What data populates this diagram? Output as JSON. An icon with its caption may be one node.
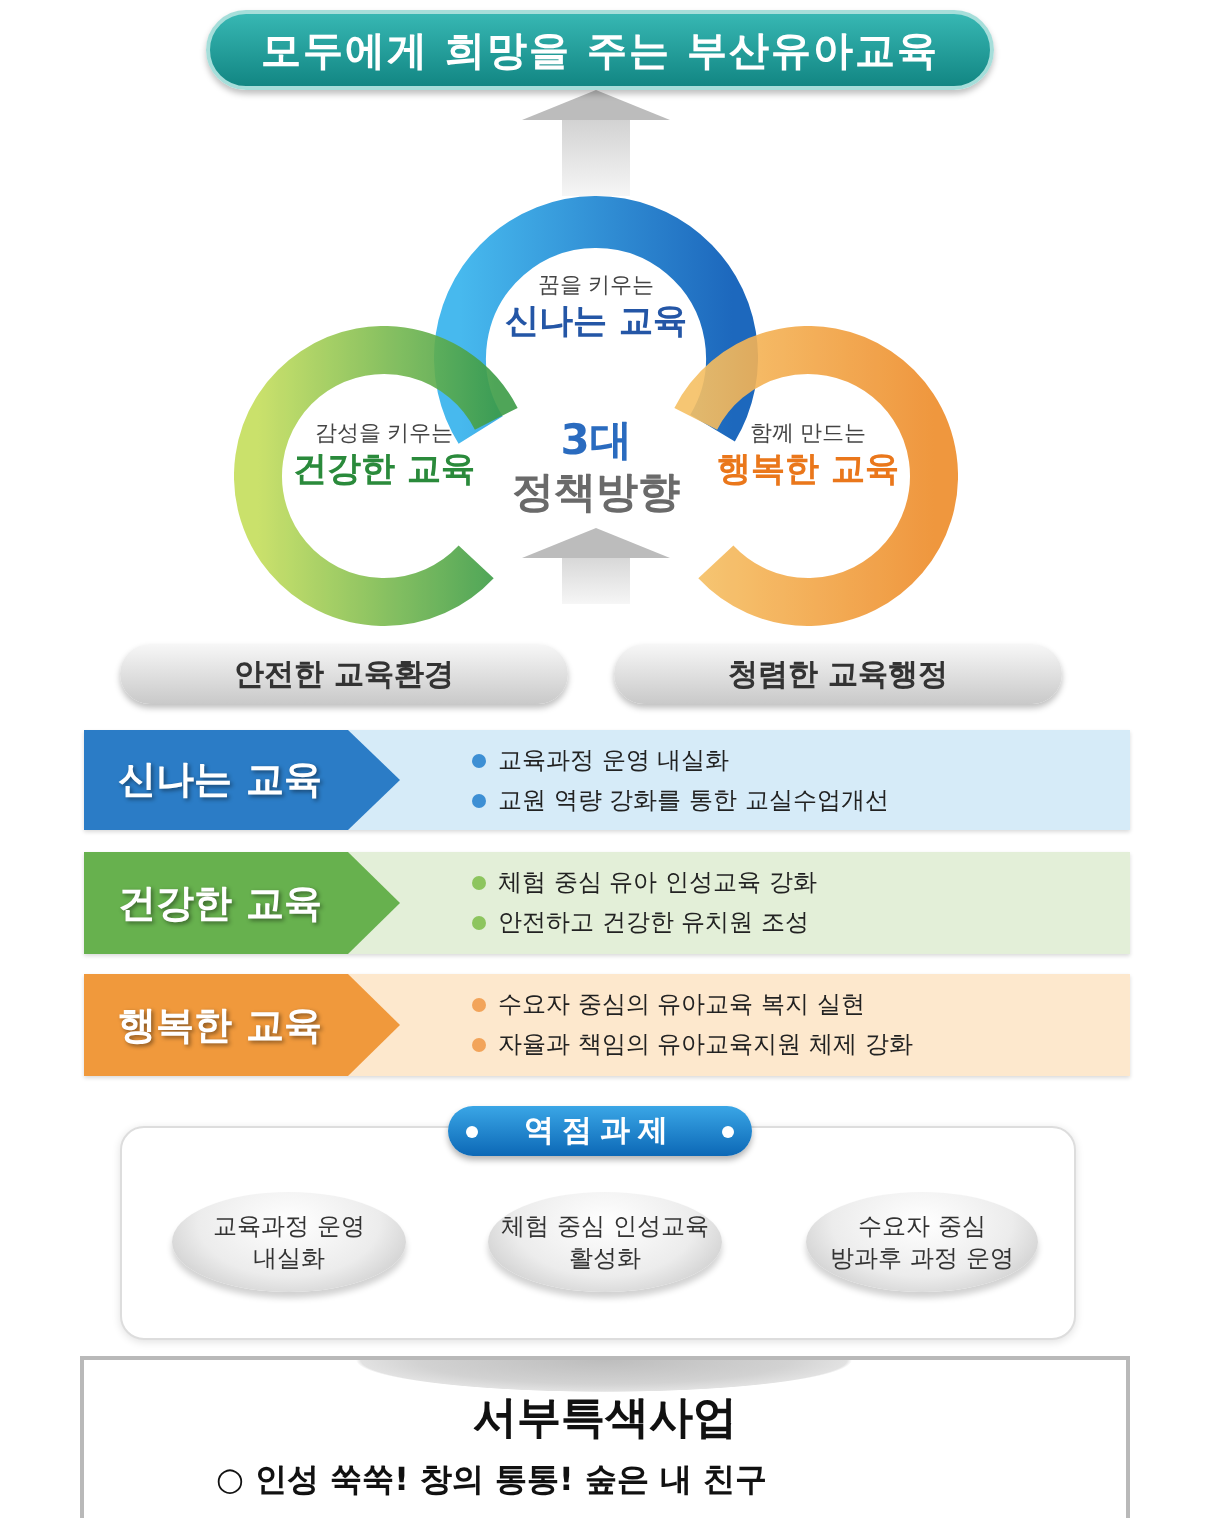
{
  "diagram": {
    "nodes": [
      {
        "text": [
          "모두에게 희망을 주는 부산유아교육"
        ]
      },
      {
        "text": [
          "꿈을 키우는",
          "신나는 교육"
        ]
      },
      {
        "text": [
          "감성을 키우는",
          "건강한 교육"
        ]
      },
      {
        "text": [
          "3대",
          "정책방향"
        ]
      },
      {
        "text": [
          "함께 만드는",
          "행복한 교육"
        ]
      },
      {
        "text": [
          "안전한 교육환경"
        ]
      },
      {
        "text": [
          "청렴한 교육행정"
        ]
      },
      {
        "text": [
          "교육과정 운영 내실화",
          "교원 역량 강화를 통한 교실수업개선"
        ]
      },
      {
        "text": [
          "신나는 교육"
        ],
        "in": 7
      },
      {
        "text": [
          "체험 중심 유아 인성교육 강화",
          "안전하고 건강한 유치원 조성"
        ]
      },
      {
        "text": [
          "건강한 교육"
        ],
        "in": 9
      },
      {
        "text": [
          "수요자 중심의 유아교육 복지 실현",
          "자율과 책임의 유아교육지원 체제 강화"
        ]
      },
      {
        "text": [
          "행복한 교육"
        ],
        "in": 11
      },
      {
        "text": [
          "역점과제"
        ]
      },
      {
        "text": [
          "교육과정 운영 내실화"
        ],
        "in": 13
      },
      {
        "text": [
          "체험 중심 인성교육 활성화"
        ],
        "in": 13
      },
      {
        "text": [
          "수요자 중심 방과후 과정 운영"
        ],
        "in": 13
      },
      {
        "text": [
          "서부특색사업",
          "○ 인성 쑥쑥! 창의 통통! 숲은 내 친구"
        ]
      }
    ],
    "edges": [
      {
        "from": 1,
        "to": 0,
        "arrow": "to"
      },
      {
        "from": null,
        "to": 3,
        "arrow": "to"
      }
    ]
  }
}
